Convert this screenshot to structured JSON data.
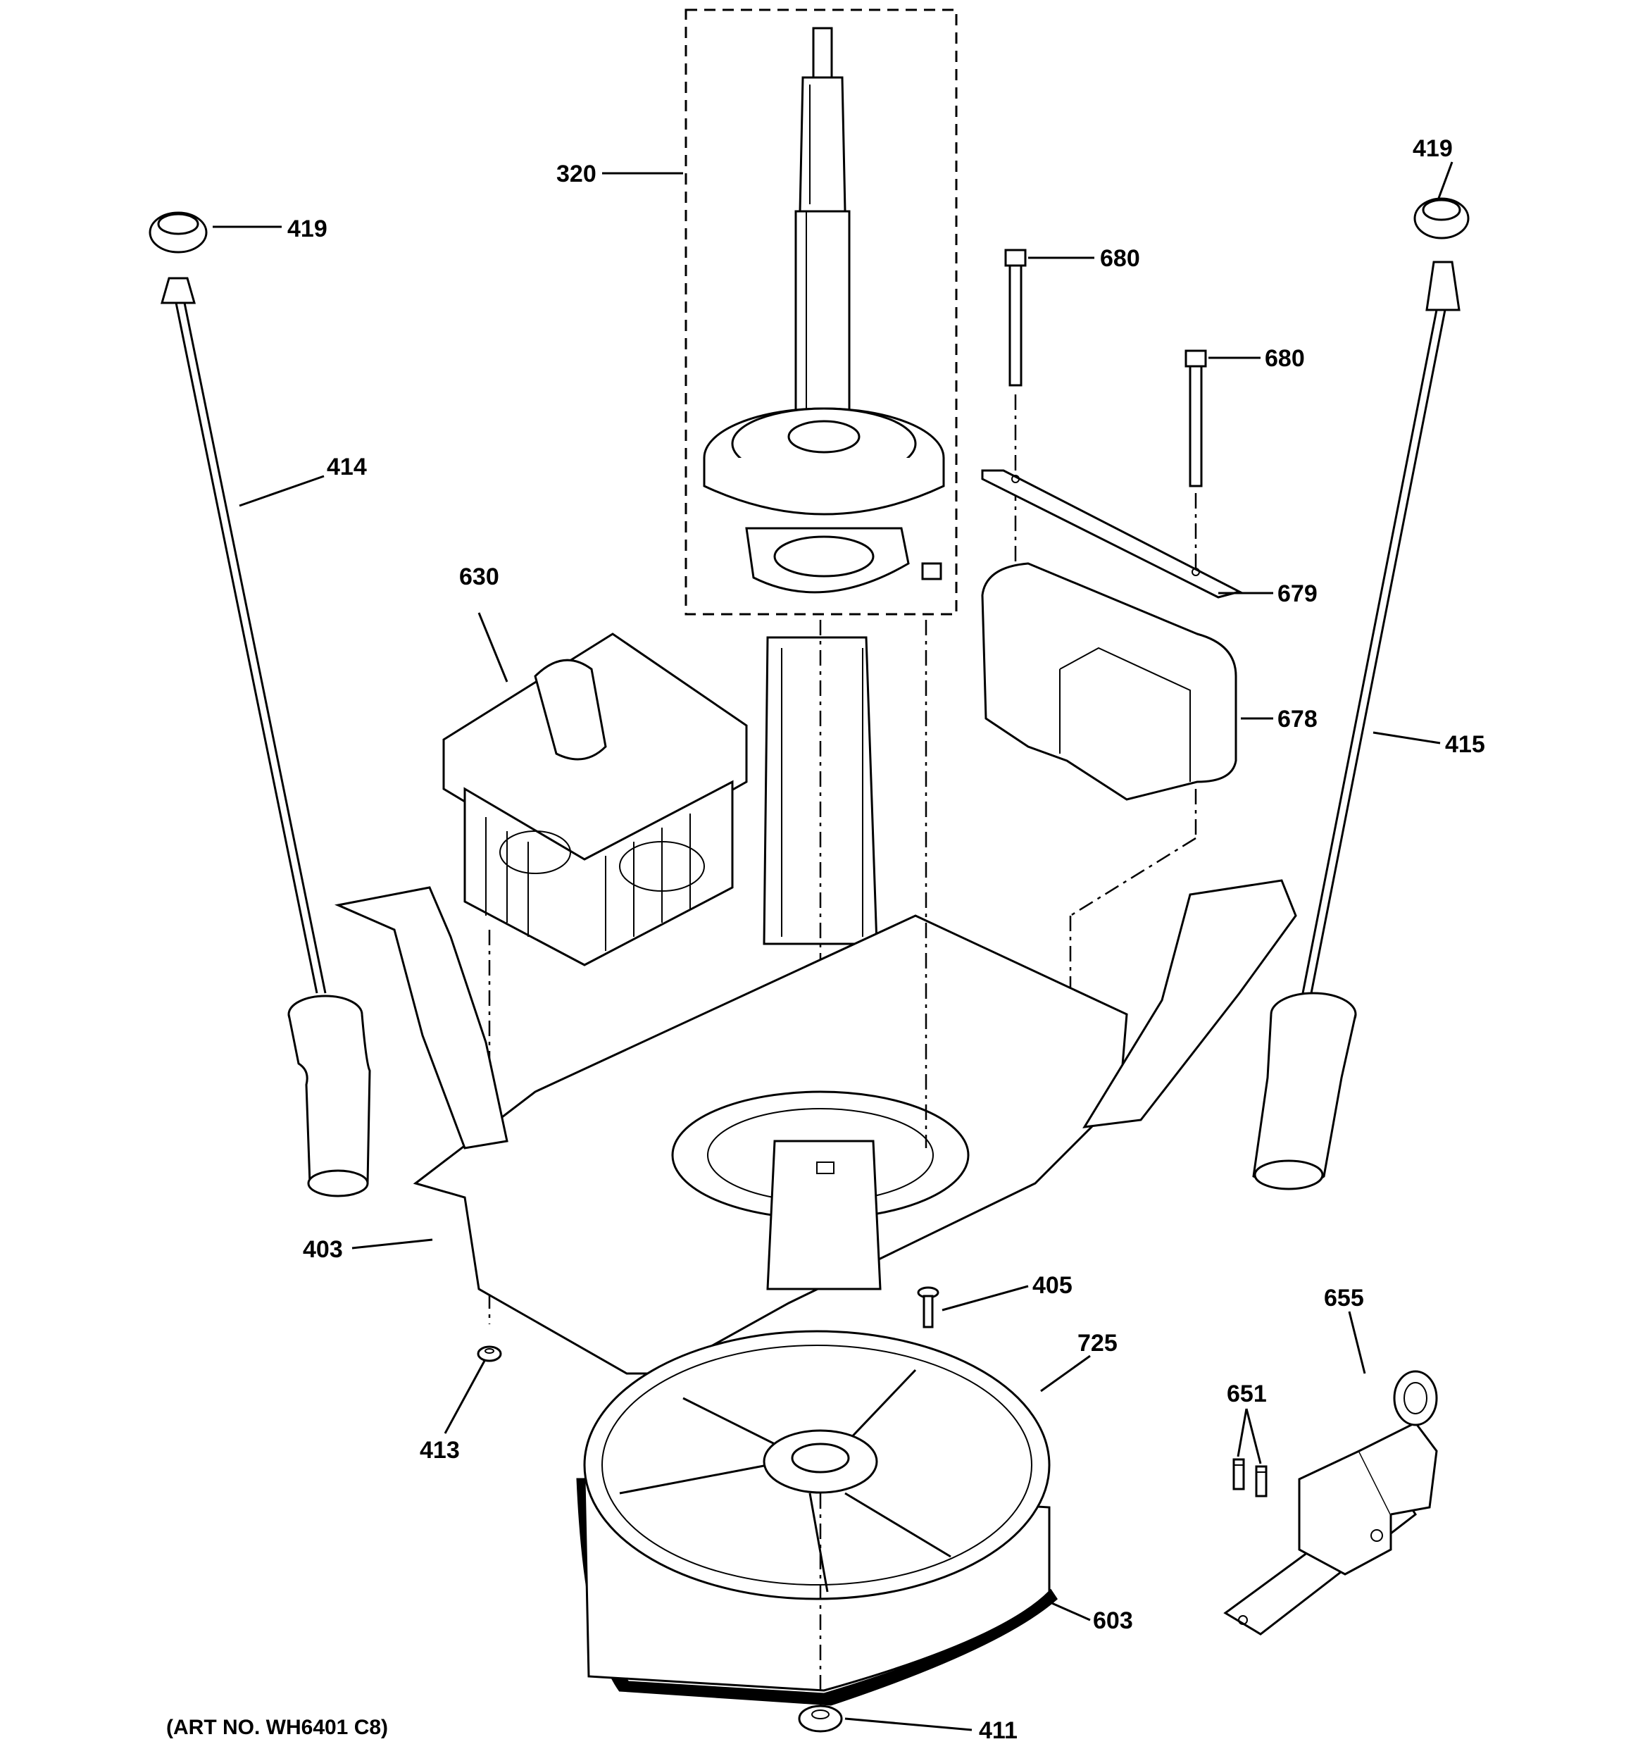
{
  "callouts": {
    "c320": "320",
    "c419_left": "419",
    "c419_right": "419",
    "c680_top": "680",
    "c680_mid": "680",
    "c414": "414",
    "c415": "415",
    "c630": "630",
    "c679": "679",
    "c678": "678",
    "c403": "403",
    "c405": "405",
    "c655": "655",
    "c651": "651",
    "c725": "725",
    "c413": "413",
    "c603": "603",
    "c411": "411"
  },
  "art_number": "(ART NO. WH6401 C8)"
}
